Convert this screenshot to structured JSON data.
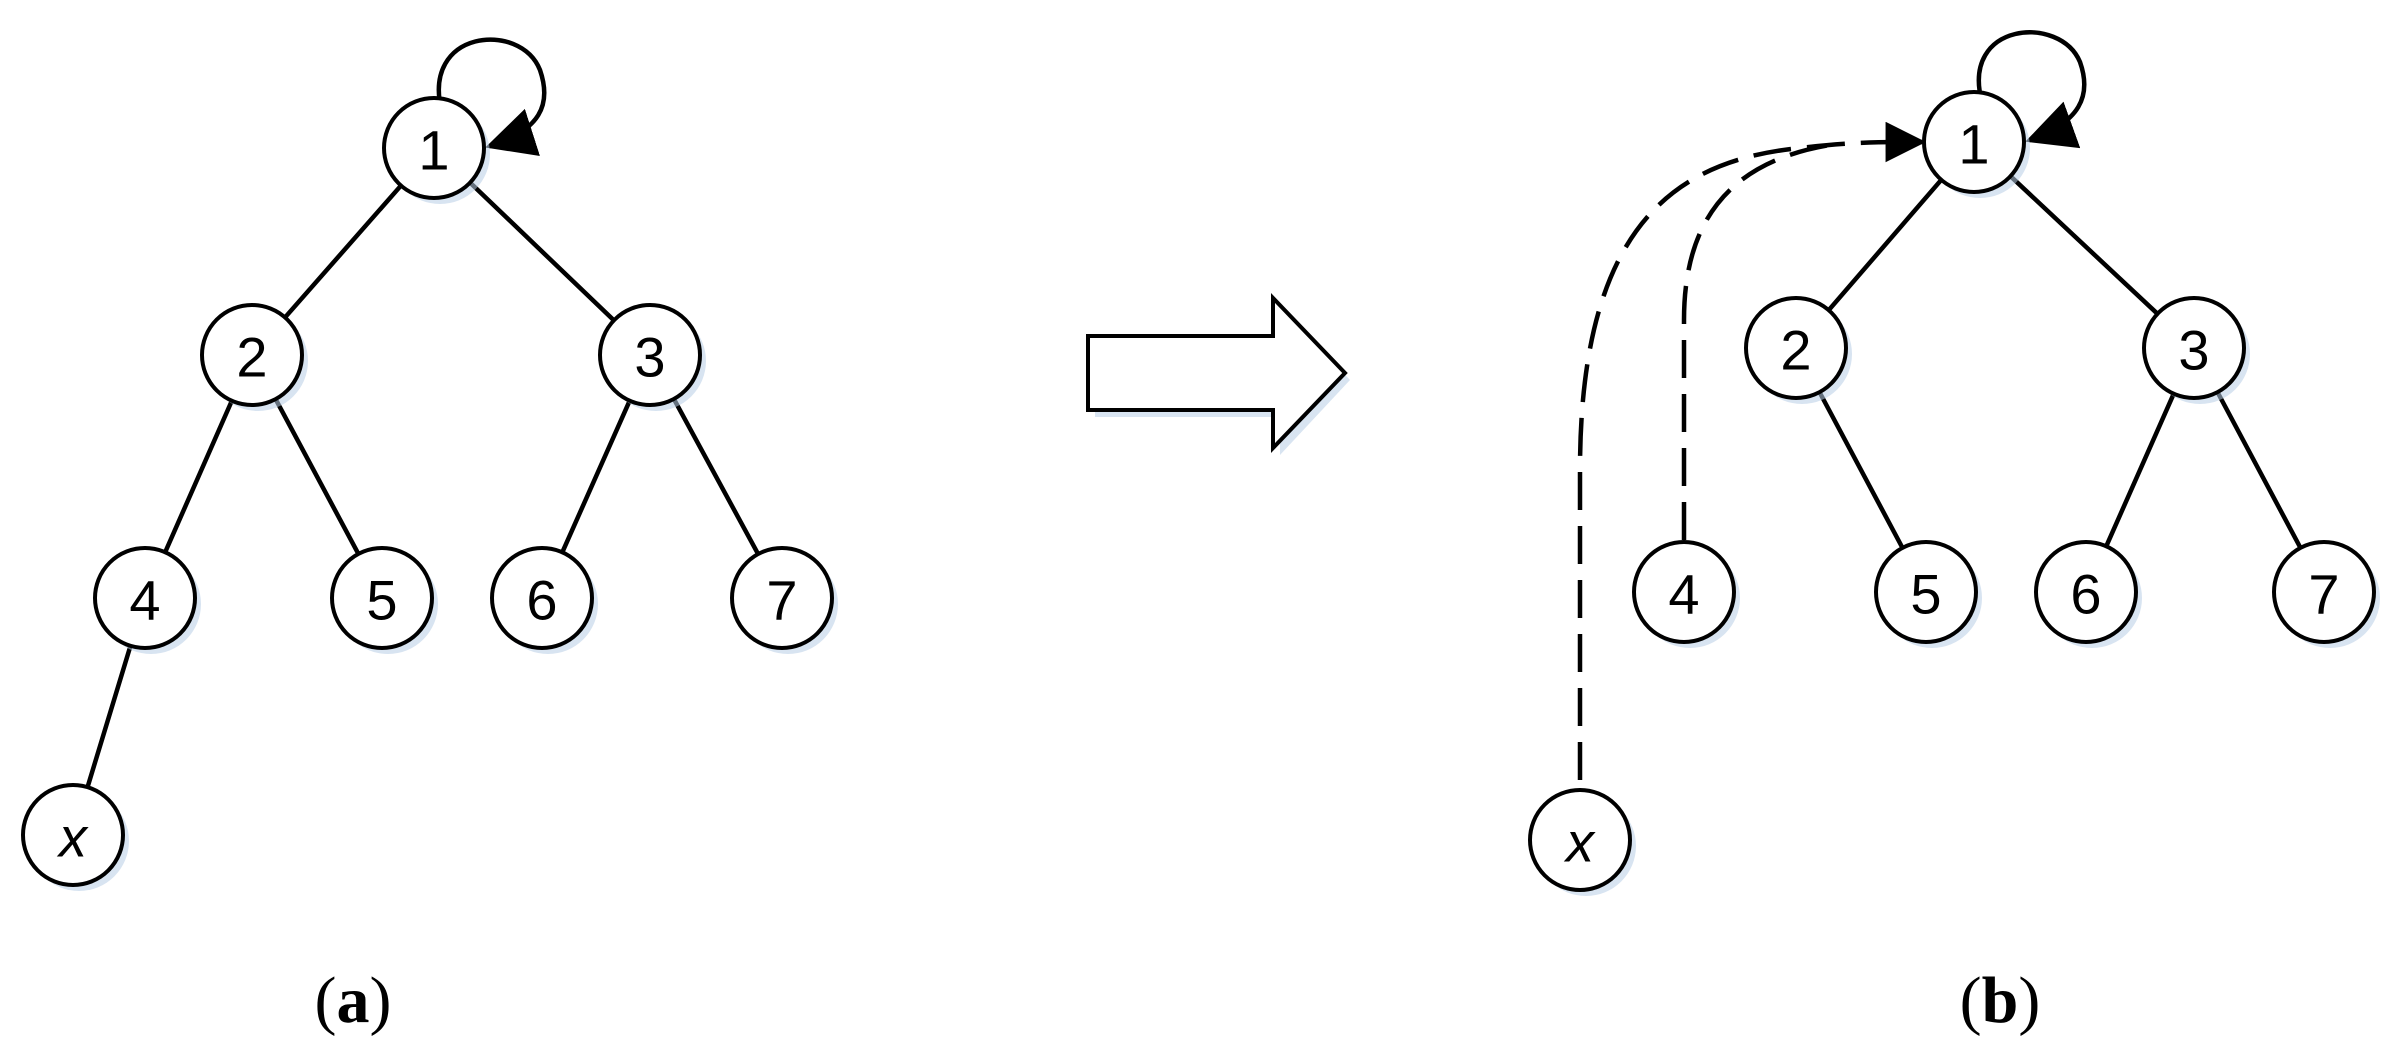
{
  "panel_a": {
    "caption": {
      "open": "(",
      "letter": "a",
      "close": ")"
    },
    "nodes": [
      {
        "id": "1",
        "label": "1"
      },
      {
        "id": "2",
        "label": "2"
      },
      {
        "id": "3",
        "label": "3"
      },
      {
        "id": "4",
        "label": "4"
      },
      {
        "id": "5",
        "label": "5"
      },
      {
        "id": "6",
        "label": "6"
      },
      {
        "id": "7",
        "label": "7"
      },
      {
        "id": "x",
        "label": "x",
        "italic": true
      }
    ],
    "edges": [
      [
        "1",
        "2"
      ],
      [
        "1",
        "3"
      ],
      [
        "2",
        "4"
      ],
      [
        "2",
        "5"
      ],
      [
        "3",
        "6"
      ],
      [
        "3",
        "7"
      ],
      [
        "4",
        "x"
      ]
    ],
    "self_loop": "1"
  },
  "panel_b": {
    "caption": {
      "open": "(",
      "letter": "b",
      "close": ")"
    },
    "nodes": [
      {
        "id": "1",
        "label": "1"
      },
      {
        "id": "2",
        "label": "2"
      },
      {
        "id": "3",
        "label": "3"
      },
      {
        "id": "4",
        "label": "4"
      },
      {
        "id": "5",
        "label": "5"
      },
      {
        "id": "6",
        "label": "6"
      },
      {
        "id": "7",
        "label": "7"
      },
      {
        "id": "x",
        "label": "x",
        "italic": true
      }
    ],
    "edges": [
      [
        "1",
        "2"
      ],
      [
        "1",
        "3"
      ],
      [
        "2",
        "5"
      ],
      [
        "3",
        "6"
      ],
      [
        "3",
        "7"
      ]
    ],
    "dashed_edges": [
      [
        "x",
        "1"
      ],
      [
        "4",
        "1"
      ]
    ],
    "self_loop": "1"
  },
  "transition_arrow": "right"
}
